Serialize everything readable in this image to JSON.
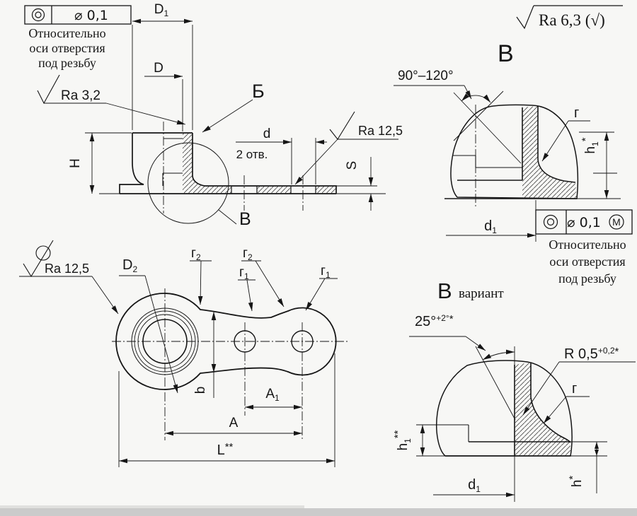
{
  "colors": {
    "paper": "#f7f7f5",
    "ink": "#161616"
  },
  "general": {
    "surface_note": "Ra 6,3 (√)"
  },
  "front": {
    "tol_value": "⌀ 0,1",
    "tol_note": [
      "Относительно",
      "оси отверстия",
      "под резьбу"
    ],
    "dim_D1": {
      "base": "D",
      "sub": "1"
    },
    "dim_D": "D",
    "label_B": "Б",
    "ra_boss": "Ra 3,2",
    "dim_H": "H",
    "holes_d": "d",
    "holes_count": "2 отв.",
    "ra_plate": "Ra 12,5",
    "dim_S": "S",
    "detail_ref": "В"
  },
  "plan": {
    "ra": "Ra 12,5",
    "dim_D2": {
      "base": "D",
      "sub": "2"
    },
    "dim_r2": {
      "base": "г",
      "sub": "2"
    },
    "dim_r1": {
      "base": "г",
      "sub": "1"
    },
    "dim_b": "b",
    "dim_A1": {
      "base": "A",
      "sub": "1"
    },
    "dim_A": "A",
    "dim_L": {
      "base": "L",
      "sup": "**"
    }
  },
  "detail_b": {
    "title": "В",
    "angle": "90°–120°",
    "dim_r": "г",
    "dim_h1": {
      "base": "h",
      "sub": "1",
      "sup": "*"
    },
    "dim_d1": {
      "base": "d",
      "sub": "1"
    },
    "tol_value": "⌀ 0,1",
    "tol_modifier": "M",
    "tol_note": [
      "Относительно",
      "оси отверстия",
      "под резьбу"
    ]
  },
  "variant": {
    "title": "В",
    "title_suffix": "вариант",
    "angle": {
      "base": "25°",
      "sup": "+2°",
      "star": "*"
    },
    "radius": {
      "base": "R 0,5",
      "sup": "+0,2",
      "star": "*"
    },
    "dim_r": "г",
    "dim_h1": {
      "base": "h",
      "sub": "1",
      "sup": "**"
    },
    "dim_h": {
      "base": "h",
      "sup": "*"
    },
    "dim_d1": {
      "base": "d",
      "sub": "1"
    }
  }
}
